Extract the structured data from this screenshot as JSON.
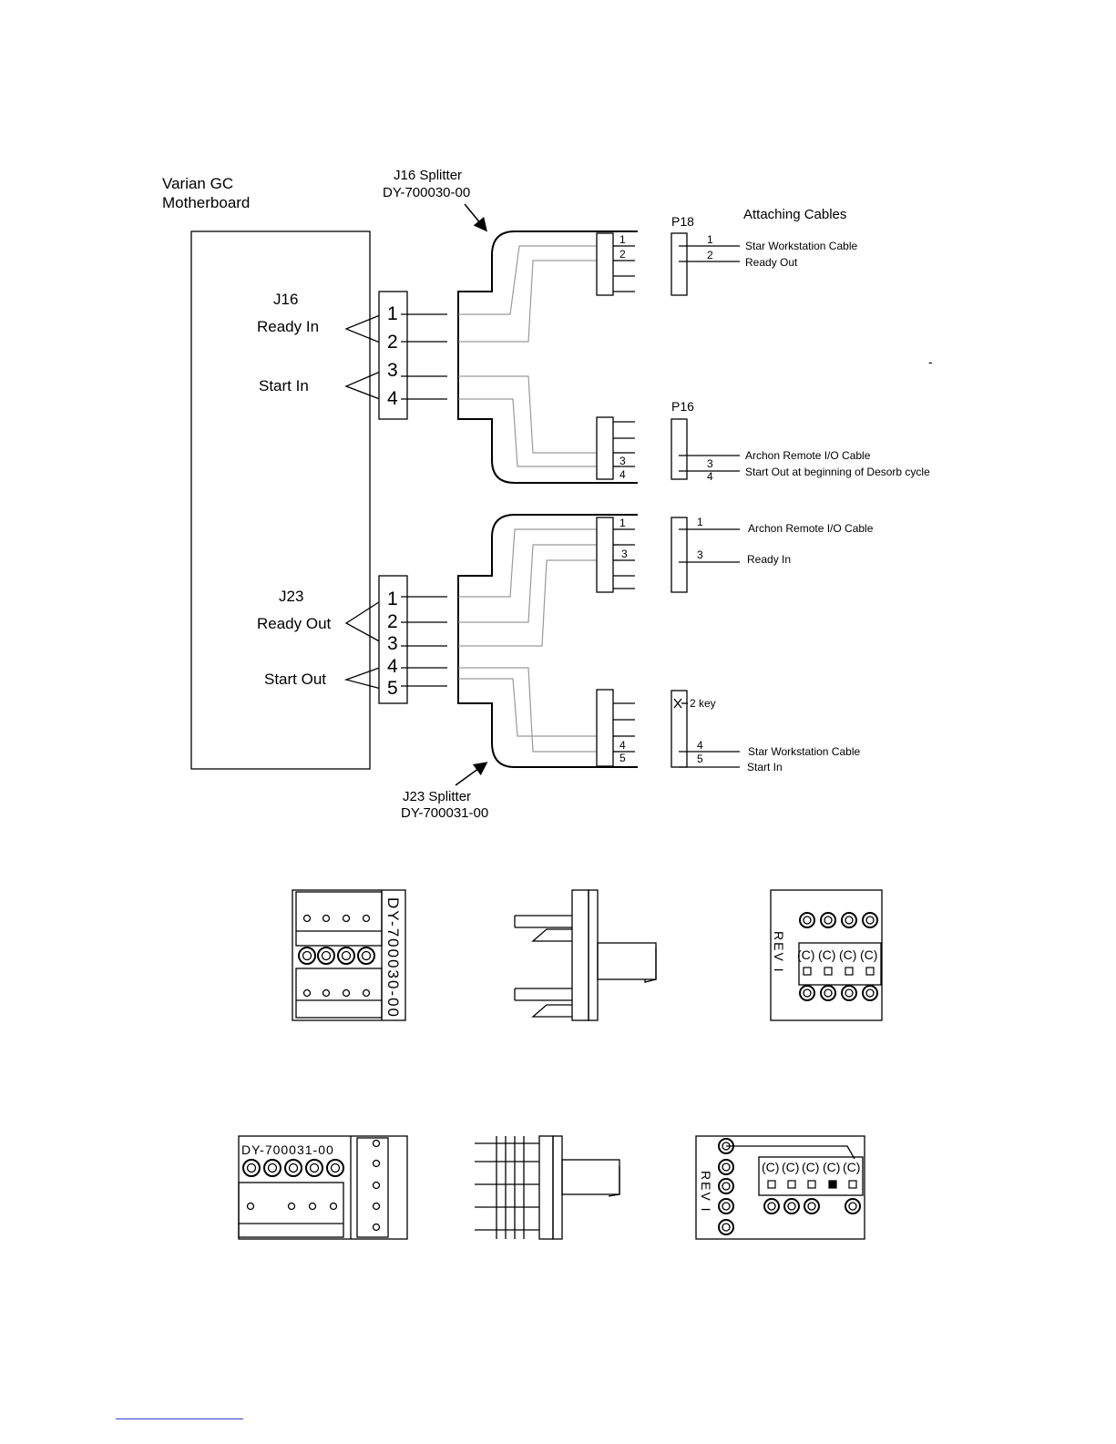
{
  "labels": {
    "motherboard_line1": "Varian GC",
    "motherboard_line2": "Motherboard",
    "j16_splitter_line1": "J16 Splitter",
    "j16_splitter_line2": "DY-700030-00",
    "j23_splitter_line1": "J23 Splitter",
    "j23_splitter_line2": "DY-700031-00",
    "attaching_cables": "Attaching Cables",
    "p18": "P18",
    "p16": "P16",
    "j16": "J16",
    "j23": "J23",
    "ready_in": "Ready In",
    "start_in": "Start In",
    "ready_out": "Ready Out",
    "start_out": "Start Out",
    "dash": "-"
  },
  "j16_pins": [
    "1",
    "2",
    "3",
    "4"
  ],
  "j23_pins": [
    "1",
    "2",
    "3",
    "4",
    "5"
  ],
  "splitter_pin_labels": {
    "j16_top_1": "1",
    "j16_top_2": "2",
    "j16_bot_3": "3",
    "j16_bot_4": "4",
    "j23_top_1": "1",
    "j23_top_3": "3",
    "j23_bot_4": "4",
    "j23_bot_5": "5"
  },
  "cables": {
    "p18_pin1": "1",
    "p18_pin2": "2",
    "p18_cable": "Star Workstation Cable",
    "p18_signal": "Ready Out",
    "p16_pin3": "3",
    "p16_pin4": "4",
    "p16_cable": "Archon Remote I/O Cable",
    "p16_signal": "Start Out at beginning of Desorb cycle",
    "j23a_pin1": "1",
    "j23a_pin3": "3",
    "j23a_cable": "Archon Remote I/O Cable",
    "j23a_signal": "Ready In",
    "j23b_key": "2 key",
    "j23b_pin4": "4",
    "j23b_pin5": "5",
    "j23b_cable": "Star Workstation Cable",
    "j23b_signal": "Start  In"
  },
  "boards": {
    "j16_board_text": "DY-700030-00",
    "j23_board_text": "DY-700031-00",
    "rev_text": "REV I",
    "c_mark": "(C)"
  }
}
